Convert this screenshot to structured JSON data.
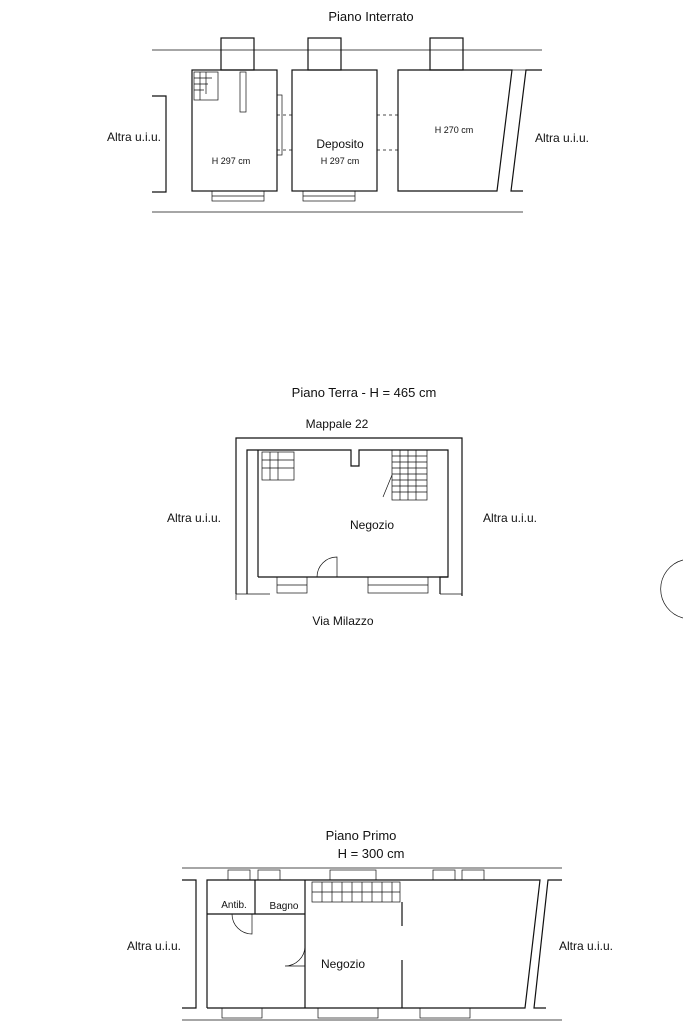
{
  "basement": {
    "title": "Piano Interrato",
    "left_neighbor": "Altra u.i.u.",
    "right_neighbor": "Altra u.i.u.",
    "room_left_height": "H 297 cm",
    "storage_label": "Deposito",
    "storage_height": "H 297 cm",
    "room_right_height": "H 270 cm"
  },
  "ground": {
    "title": "Piano Terra - H = 465 cm",
    "north_label": "Mappale 22",
    "left_neighbor": "Altra u.i.u.",
    "right_neighbor": "Altra u.i.u.",
    "shop_label": "Negozio",
    "street_label": "Via Milazzo"
  },
  "first": {
    "title_line1": "Piano Primo",
    "title_line2": "H = 300 cm",
    "left_neighbor": "Altra u.i.u.",
    "right_neighbor": "Altra u.i.u.",
    "antibath_label": "Antib.",
    "bath_label": "Bagno",
    "shop_label": "Negozio"
  }
}
